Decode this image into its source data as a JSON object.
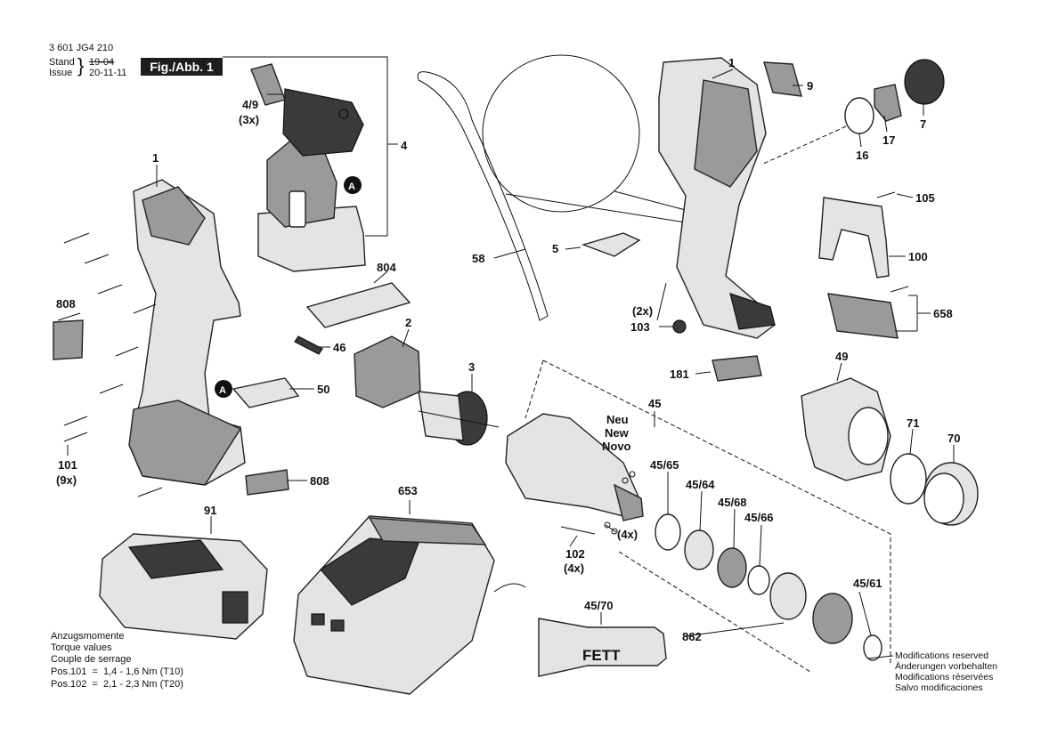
{
  "header": {
    "doc_number": "3 601 JG4 210",
    "stand_label": "Stand",
    "issue_label": "Issue",
    "stand_date": "19-04",
    "issue_date": "20-11-11",
    "figure_label": "Fig./Abb. 1"
  },
  "torque_notes": {
    "line1": "Anzugsmomente",
    "line2": "Torque values",
    "line3": "Couple de serrage",
    "pos101": "Pos.101  =  1,4 - 1,6 Nm (T10)",
    "pos102": "Pos.102  =  2,1 - 2,3 Nm (T20)"
  },
  "modifications": {
    "en": "Modifications reserved",
    "de": "Änderungen vorbehalten",
    "fr": "Modifications réservées",
    "es": "Salvo modificaciones"
  },
  "neu_labels": [
    "Neu",
    "New",
    "Novo"
  ],
  "fett_label": "FETT",
  "callouts": {
    "p1_left": "1",
    "p4_9": "4/9",
    "qty_3x": "(3x)",
    "p4": "4",
    "p804": "804",
    "p808_a": "808",
    "p46": "46",
    "p2": "2",
    "p50": "50",
    "p101": "101",
    "qty_9x": "(9x)",
    "p808_b": "808",
    "p58": "58",
    "p5": "5",
    "p3": "3",
    "p1_right": "1",
    "p9": "9",
    "p17": "17",
    "p7": "7",
    "p16": "16",
    "p105": "105",
    "p100": "100",
    "p658": "658",
    "qty_2x": "(2x)",
    "p103": "103",
    "p181": "181",
    "p49": "49",
    "p45": "45",
    "p45_65": "45/65",
    "p45_64": "45/64",
    "p45_68": "45/68",
    "p45_66": "45/66",
    "p71": "71",
    "p70": "70",
    "qty_4x_a": "(4x)",
    "p102": "102",
    "qty_4x_b": "(4x)",
    "p45_61": "45/61",
    "p653": "653",
    "p91": "91",
    "p45_70": "45/70",
    "p862": "862",
    "marker_a": "A"
  }
}
